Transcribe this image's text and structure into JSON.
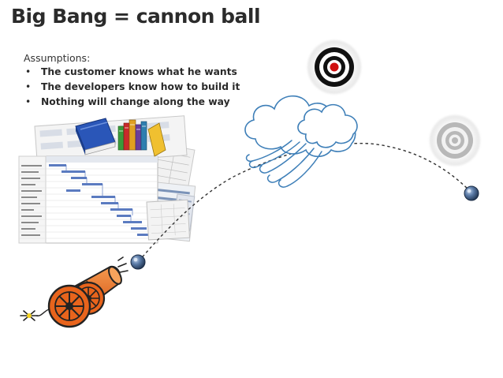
{
  "slide": {
    "title": "Big Bang = cannon ball",
    "assumptions_heading": "Assumptions:",
    "assumptions": [
      "The customer knows what he wants",
      "The developers know how to build it",
      "Nothing will change along the way"
    ]
  },
  "colors": {
    "target_dark": "#111111",
    "target_accent": "#d01010",
    "target_faded": "#b8b8b8",
    "cannon_orange": "#e8641c",
    "cloud_blue": "#3e7fb8",
    "ball_blue": "#4a6a92"
  },
  "icons": [
    "cannon-icon",
    "cannonball-icon",
    "cloud-icon",
    "wind-icon",
    "target-icon",
    "books-icon",
    "gantt-chart-icon",
    "fuse-spark-icon"
  ]
}
